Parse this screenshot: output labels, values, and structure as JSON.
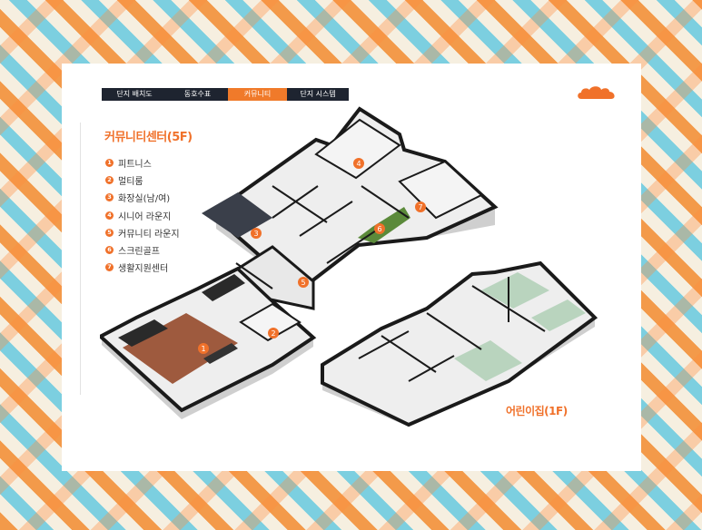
{
  "tabs": [
    {
      "label": "단지 배치도",
      "active": false
    },
    {
      "label": "동호수표",
      "active": false
    },
    {
      "label": "커뮤니티",
      "active": true
    },
    {
      "label": "단지 시스템",
      "active": false
    }
  ],
  "section_title": "커뮤니티센터(5F)",
  "legend": [
    {
      "num": "1",
      "label": "피트니스"
    },
    {
      "num": "2",
      "label": "멀티룸"
    },
    {
      "num": "3",
      "label": "화장실(남/여)"
    },
    {
      "num": "4",
      "label": "시니어 라운지"
    },
    {
      "num": "5",
      "label": "커뮤니티 라운지"
    },
    {
      "num": "6",
      "label": "스크린골프"
    },
    {
      "num": "7",
      "label": "생활지원센터"
    }
  ],
  "markers": [
    "1",
    "2",
    "3",
    "4",
    "5",
    "6",
    "7"
  ],
  "kids_label": "어린이집(1F)",
  "colors": {
    "accent": "#f0712a",
    "tab_dark": "#1e2430",
    "wall": "#1a1a1a",
    "floor": "#efefef"
  }
}
